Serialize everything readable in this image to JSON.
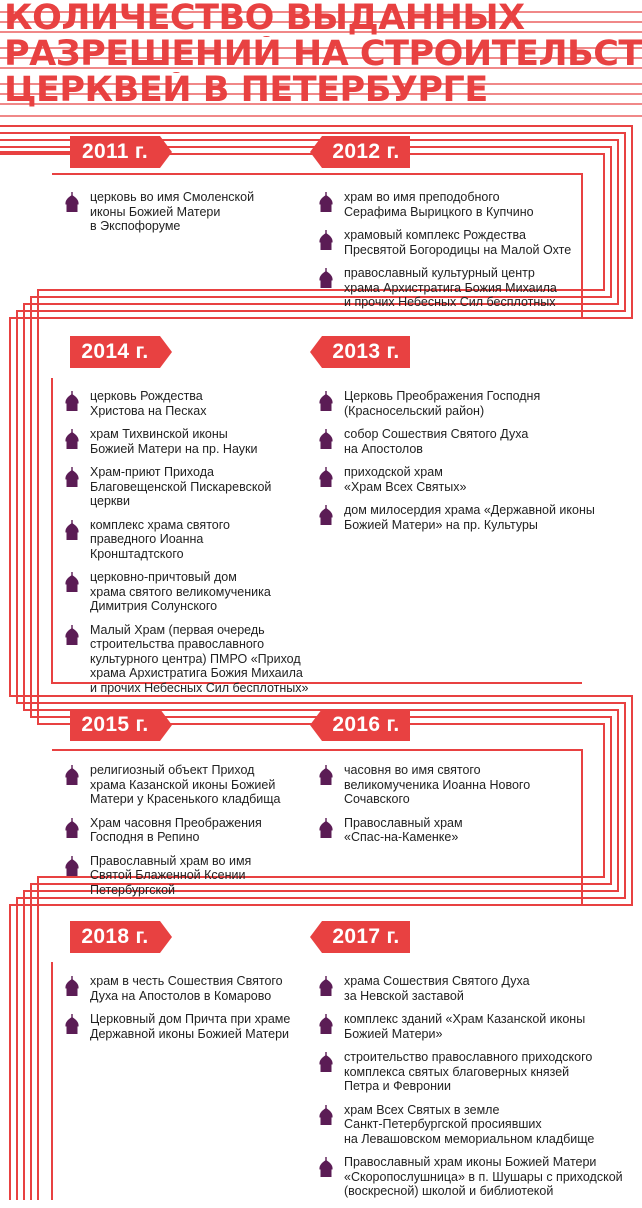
{
  "title": {
    "lines": [
      "КОЛИЧЕСТВО ВЫДАННЫХ",
      "РАЗРЕШЕНИЙ НА СТРОИТЕЛЬСТВО",
      "ЦЕРКВЕЙ В ПЕТЕРБУРГЕ"
    ]
  },
  "colors": {
    "accent": "#e84141",
    "icon": "#5b1c55",
    "text": "#222222"
  },
  "item_icon": "church-dome-icon",
  "years": [
    {
      "label": "2011 г.",
      "items": [
        "церковь во имя Смоленской\nиконы Божией Матери\nв Экспофоруме"
      ]
    },
    {
      "label": "2012 г.",
      "items": [
        "храм во имя преподобного\nСерафима Вырицкого в Купчино",
        "храмовый комплекс Рождества\nПресвятой Богородицы на Малой Охте",
        "православный культурный центр\nхрама Архистратига Божия Михаила\nи прочих Небесных Сил бесплотных"
      ]
    },
    {
      "label": "2014 г.",
      "items": [
        "церковь Рождества\nХристова на Песках",
        "храм Тихвинской иконы\nБожией Матери на пр. Науки",
        "Храм-приют Прихода\nБлаговещенской Пискаревской\nцеркви",
        "комплекс храма святого\nправедного Иоанна\nКронштадтского",
        "церковно-причтовый дом\nхрама святого великомученика\nДимитрия Солунского",
        "Малый Храм (первая очередь\nстроительства православного\nкультурного центра) ПМРО «Приход\nхрама Архистратига Божия Михаила\nи прочих Небесных Сил бесплотных»"
      ]
    },
    {
      "label": "2013 г.",
      "items": [
        "Церковь Преображения Господня\n(Красносельский район)",
        "собор Сошествия Святого Духа\nна Апостолов",
        "приходской храм\n«Храм Всех Святых»",
        "дом милосердия храма «Державной иконы\nБожией Матери» на пр. Культуры"
      ]
    },
    {
      "label": "2015 г.",
      "items": [
        "религиозный объект Приход\nхрама Казанской иконы Божией\nМатери у Красенького кладбища",
        "Храм часовня Преображения\nГосподня в Репино",
        "Православный храм во имя\nСвятой Блаженной Ксении\nПетербургской"
      ]
    },
    {
      "label": "2016 г.",
      "items": [
        "часовня во имя святого\nвеликомученика Иоанна Нового\nСочавского",
        "Православный храм\n«Спас-на-Каменке»"
      ]
    },
    {
      "label": "2018 г.",
      "items": [
        "храм в честь Сошествия Святого\nДуха на Апостолов в Комарово",
        "Церковный дом Причта при храме\nДержавной иконы Божией Матери"
      ]
    },
    {
      "label": "2017 г.",
      "items": [
        "храма Сошествия Святого Духа\nза Невской заставой",
        "комплекс зданий «Храм Казанской иконы\nБожией Матери»",
        "строительство православного приходского\nкомплекса святых благоверных князей\nПетра и Февронии",
        "храм Всех Святых в земле\nСанкт-Петербургской просиявших\nна Левашовском мемориальном кладбище",
        "Православный храм иконы Божией Матери\n«Скоропослушница» в п. Шушары с приходской\n(воскресной) школой и библиотекой"
      ]
    }
  ]
}
